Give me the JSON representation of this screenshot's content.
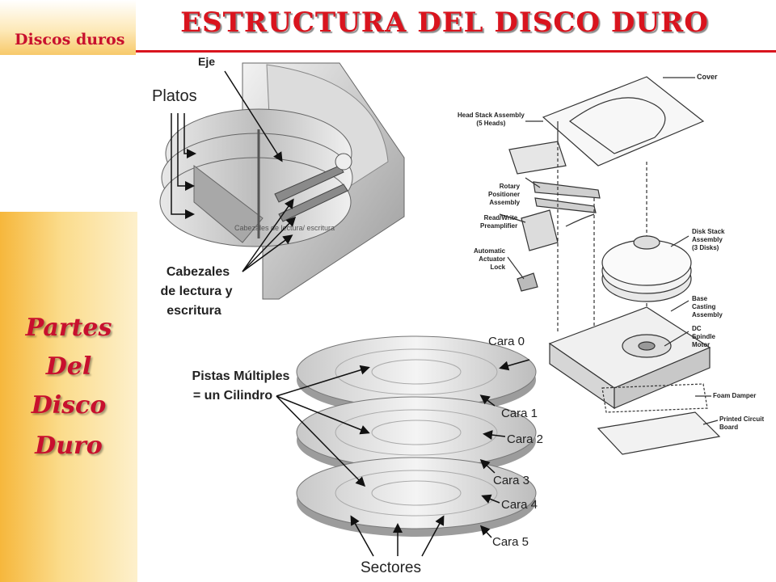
{
  "header": {
    "section_tab": "Discos duros",
    "title": "ESTRUCTURA DEL DISCO DURO"
  },
  "sidebar": {
    "words": [
      "Partes",
      "Del",
      "Disco",
      "Duro"
    ]
  },
  "diagram_top": {
    "eje": "Eje",
    "platos": "Platos",
    "cabezales": [
      "Cabezales",
      "de lectura y",
      "escritura"
    ],
    "inner_label": "Cabezales de lectura/ escritura"
  },
  "diagram_bottom": {
    "pistas": [
      "Pistas Múltiples",
      "= un Cilindro"
    ],
    "caras": [
      "Cara 0",
      "Cara 1",
      "Cara 2",
      "Cara 3",
      "Cara 4",
      "Cara 5"
    ],
    "sectores": "Sectores"
  },
  "exploded": {
    "cover": "Cover",
    "head_stack": [
      "Head Stack Assembly",
      "(5 Heads)"
    ],
    "rotary": [
      "Rotary",
      "Positioner",
      "Assembly"
    ],
    "read_write": [
      "Read/Write",
      "Preamplifier"
    ],
    "actuator": [
      "Automatic",
      "Actuator",
      "Lock"
    ],
    "disk_stack": [
      "Disk Stack",
      "Assembly",
      "(3 Disks)"
    ],
    "base": [
      "Base",
      "Casting",
      "Assembly"
    ],
    "dc_motor": [
      "DC",
      "Spindle",
      "Motor"
    ],
    "foam": "Foam Damper",
    "pcb": [
      "Printed Circuit",
      "Board"
    ]
  }
}
